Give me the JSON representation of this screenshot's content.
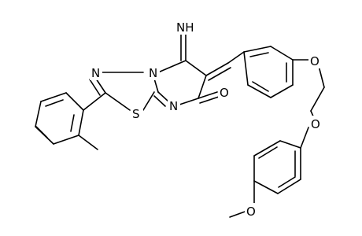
{
  "molecule": {
    "atoms": {
      "imine": "NH",
      "carbonyl_o": "O",
      "ring_n_left": "N",
      "ring_n_bridge": "N",
      "ring_n_lower": "N",
      "sulfur": "S",
      "ether_o_1": "O",
      "ether_o_2": "O",
      "methoxy_o": "O"
    }
  }
}
